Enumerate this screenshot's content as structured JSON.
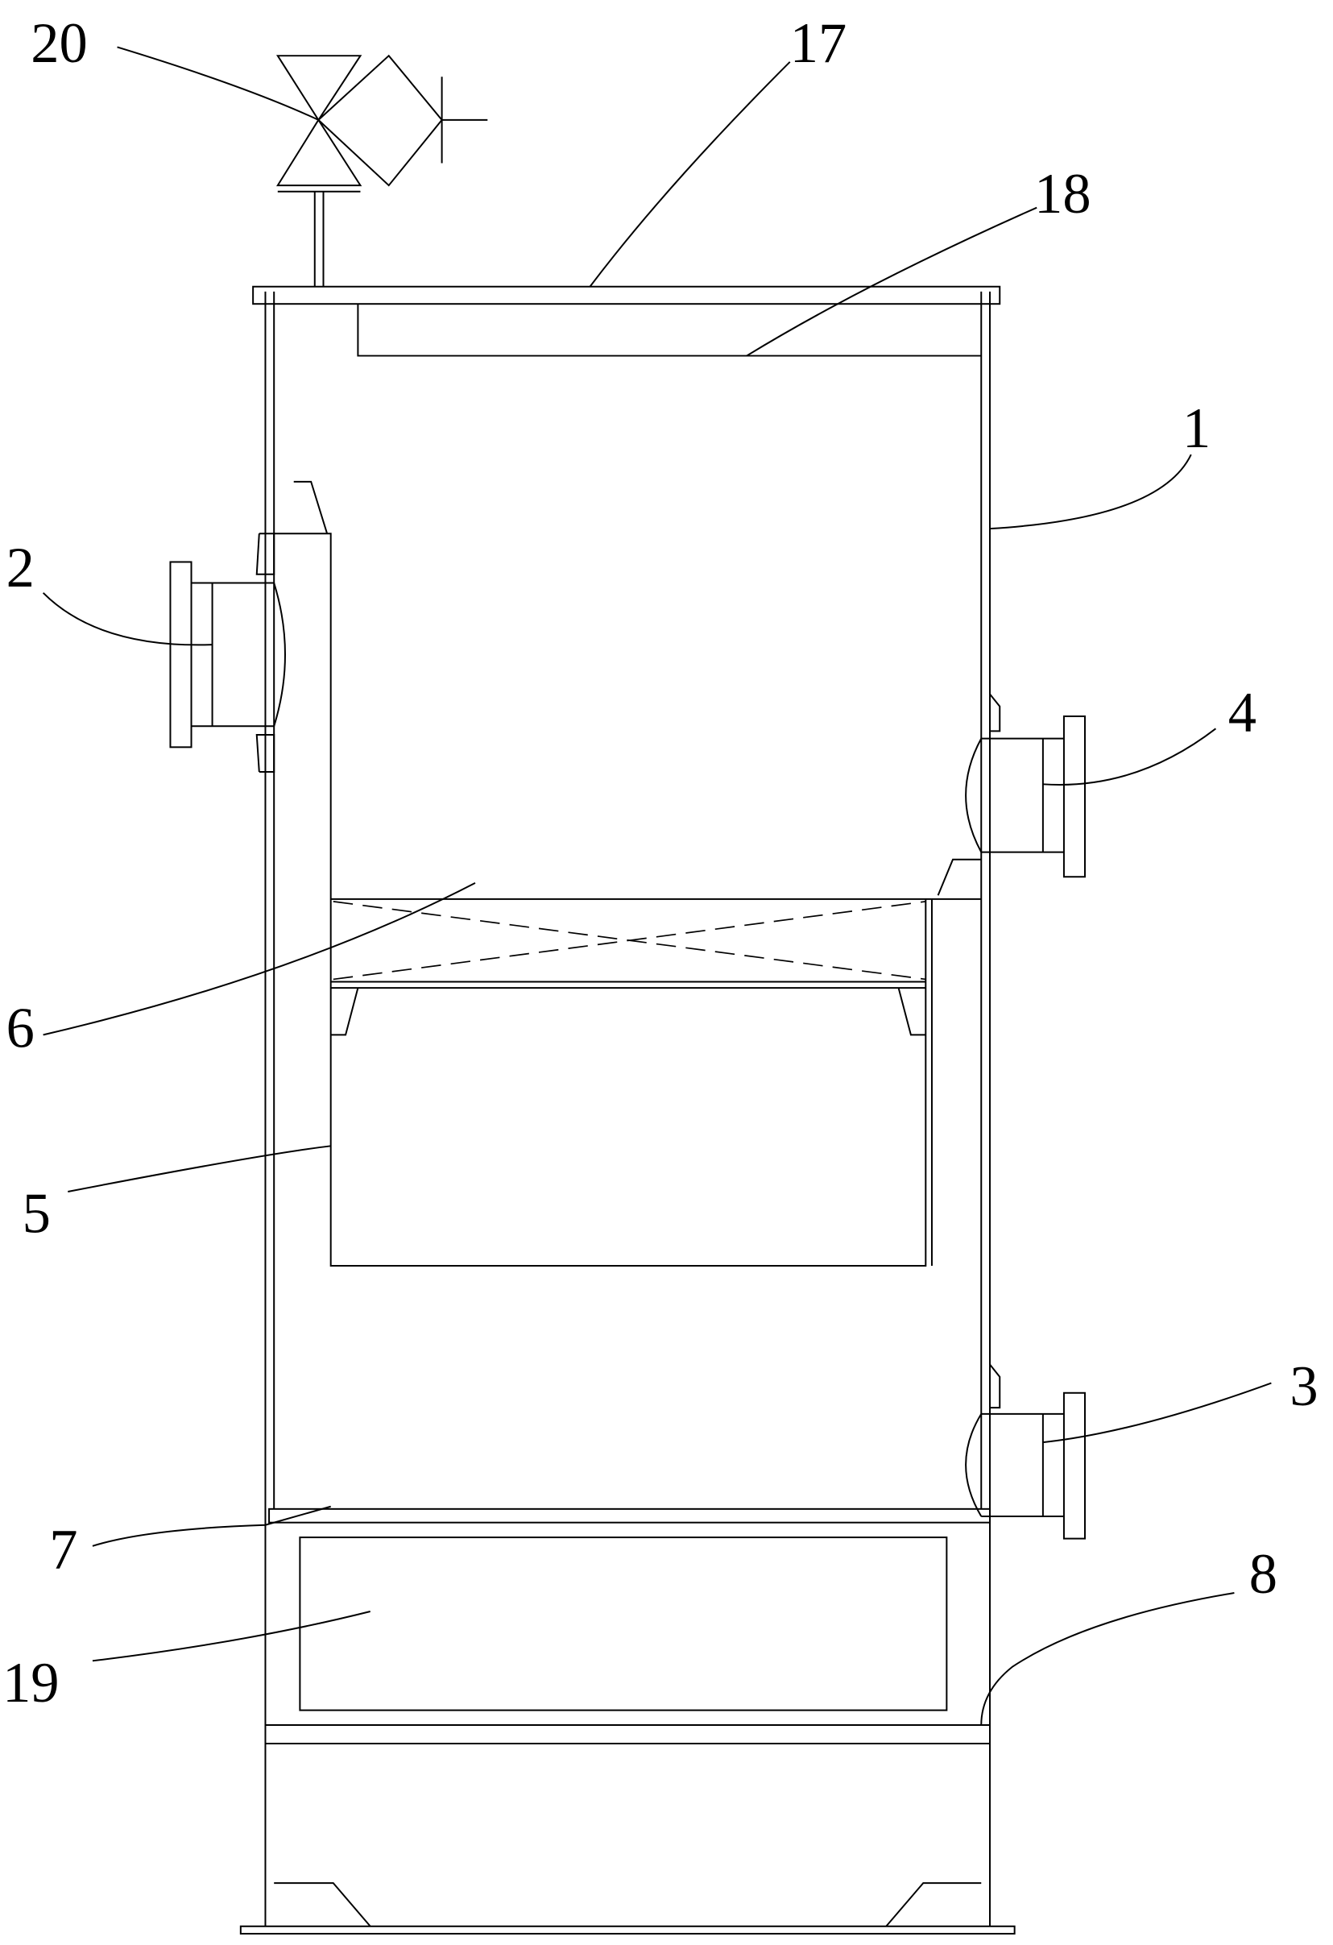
{
  "figure": {
    "labels": {
      "shell": "1",
      "inlet_upper": "2",
      "outlet_lower": "3",
      "outlet_upper": "4",
      "inner_cylinder": "5",
      "mesh_layer": "6",
      "partition_plate": "7",
      "skirt": "8",
      "top_cover": "17",
      "baffle_plate": "18",
      "access_opening": "19",
      "valve": "20"
    }
  }
}
